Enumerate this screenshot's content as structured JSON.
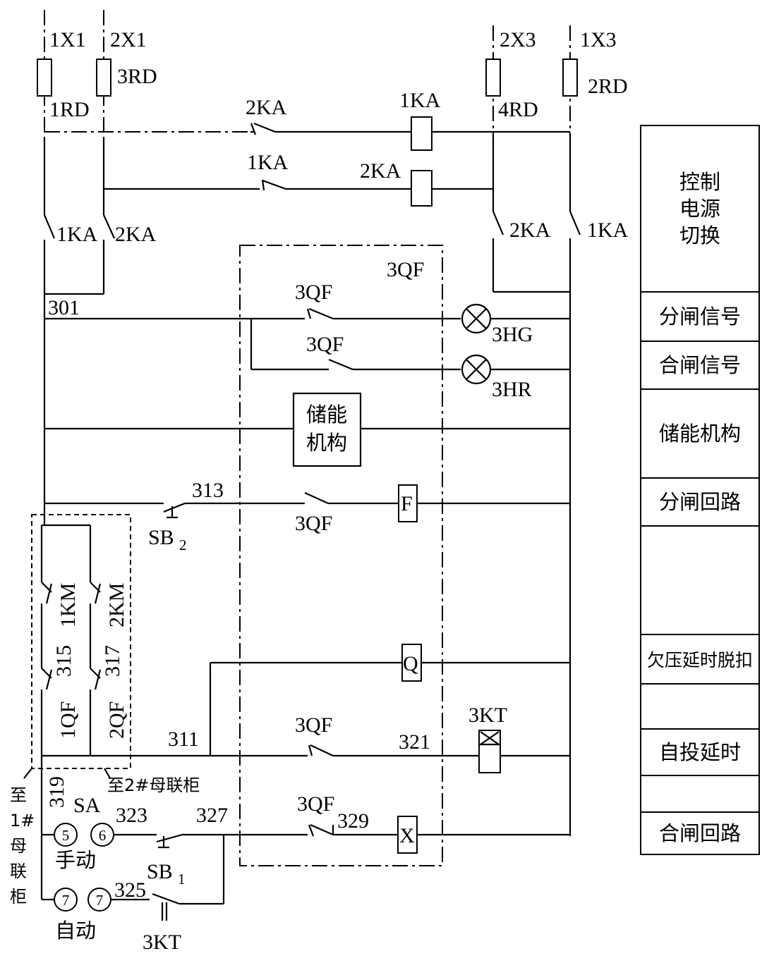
{
  "labels": {
    "terminal_1x1": "1X1",
    "terminal_2x1": "2X1",
    "terminal_2x3": "2X3",
    "terminal_1x3": "1X3",
    "fuse_1rd": "1RD",
    "fuse_3rd": "3RD",
    "fuse_4rd": "4RD",
    "fuse_2rd": "2RD",
    "relay_2ka": "2KA",
    "relay_1ka": "1KA",
    "breaker_3qf": "3QF",
    "node_301": "301",
    "node_313": "313",
    "node_311": "311",
    "node_315": "315",
    "node_317": "317",
    "node_319": "319",
    "node_321": "321",
    "node_323": "323",
    "node_325": "325",
    "node_327": "327",
    "node_329": "329",
    "lamp_3hg": "3HG",
    "lamp_3hr": "3HR",
    "storage_line1": "储能",
    "storage_line2": "机构",
    "coil_f": "F",
    "coil_q": "Q",
    "coil_x": "X",
    "timer_3kt": "3KT",
    "sb2_main": "SB",
    "sb2_sub": "2",
    "sb1_main": "SB",
    "sb1_sub": "1",
    "km1": "1KM",
    "km2": "2KM",
    "qf1": "1QF",
    "qf2": "2QF",
    "sa": "SA",
    "pos5": "5",
    "pos6": "6",
    "pos7": "7",
    "manual": "手动",
    "auto": "自动",
    "to_2_bus": "至2#母联柜",
    "to_1_bus_c1": "至",
    "to_1_bus_c2": "1#",
    "to_1_bus_c3": "母",
    "to_1_bus_c4": "联",
    "to_1_bus_c5": "柜"
  },
  "panel": [
    {
      "lines": [
        "控制",
        "电源",
        "切换"
      ]
    },
    {
      "lines": [
        "分闸信号"
      ]
    },
    {
      "lines": [
        "合闸信号"
      ]
    },
    {
      "lines": [
        "储能机构"
      ]
    },
    {
      "lines": [
        "分闸回路"
      ]
    },
    {
      "lines": [
        ""
      ]
    },
    {
      "lines": [
        "欠压延时脱扣"
      ]
    },
    {
      "lines": [
        ""
      ]
    },
    {
      "lines": [
        "自投延时"
      ]
    },
    {
      "lines": [
        ""
      ]
    },
    {
      "lines": [
        "合闸回路"
      ]
    }
  ]
}
